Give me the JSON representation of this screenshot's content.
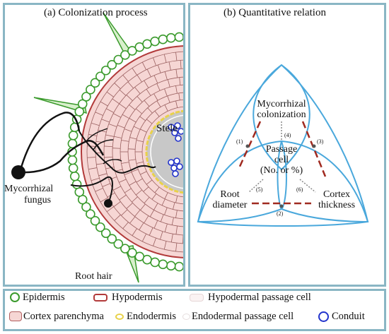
{
  "panels": {
    "left_title": "(a) Colonization process",
    "right_title": "(b) Quantitative relation"
  },
  "left_labels": {
    "stele": "Stele",
    "fungus_line1": "Mycorrhizal",
    "fungus_line2": "fungus",
    "root_hair": "Root hair"
  },
  "right_labels": {
    "myco_line1": "Mycorrhizal",
    "myco_line2": "colonization",
    "passage_line1": "Passage",
    "passage_line2": "cell",
    "passage_line3": "(No. or %)",
    "root_line1": "Root",
    "root_line2": "diameter",
    "cortex_line1": "Cortex",
    "cortex_line2": "thickness",
    "n1": "(1)",
    "n2": "(2)",
    "n3": "(3)",
    "n4": "(4)",
    "n5": "(5)",
    "n6": "(6)"
  },
  "legend": {
    "epidermis": "Epidermis",
    "hypodermis": "Hypodermis",
    "hypodermal_passage": "Hypodermal passage cell",
    "cortex": "Cortex parenchyma",
    "endodermis": "Endodermis",
    "endodermal_passage": "Endodermal passage cell",
    "conduit": "Conduit"
  },
  "colors": {
    "frame": "#8ab6c4",
    "epidermis": "#3a9a2c",
    "hypodermis": "#b23a3a",
    "cortex_fill": "#f6d6d4",
    "endodermis": "#e8d24a",
    "conduit": "#2233cc",
    "stele": "#c8c8c8",
    "venn_line": "#4aa8dc",
    "dash_red": "#a02a20"
  }
}
